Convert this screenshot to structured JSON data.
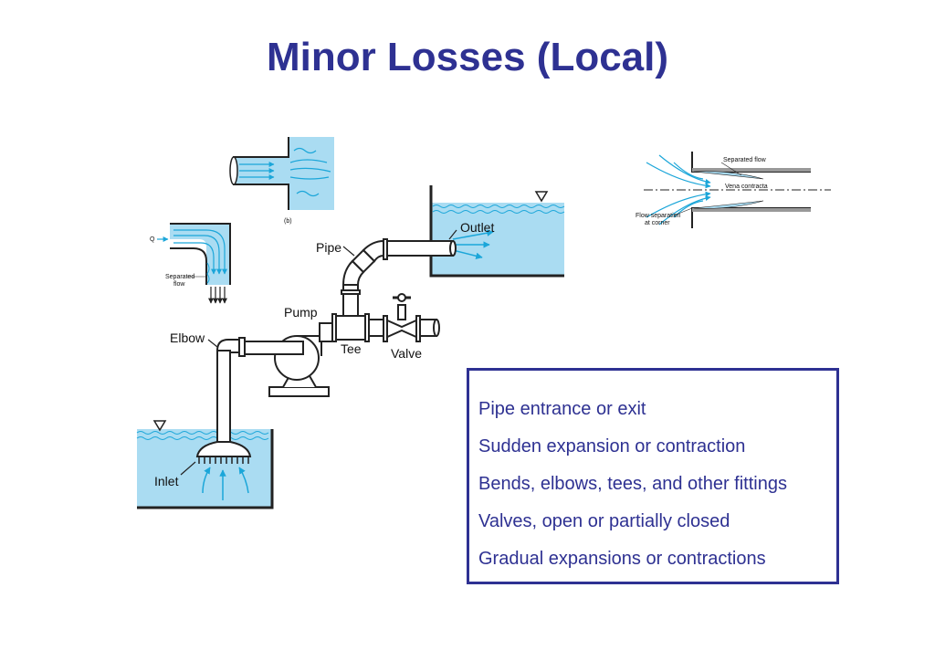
{
  "title": "Minor Losses (Local)",
  "diagram": {
    "labels": {
      "outlet": "Outlet",
      "pipe": "Pipe",
      "pump": "Pump",
      "elbow": "Elbow",
      "tee": "Tee",
      "valve": "Valve",
      "inlet": "Inlet"
    },
    "insets": {
      "sudden_expansion": {
        "caption": "(b)"
      },
      "bend": {
        "q_label": "Q",
        "separated_line1": "Separated",
        "separated_line2": "flow"
      },
      "contraction": {
        "separated_flow": "Separated flow",
        "vena_contracta": "Vena contracta",
        "flow_sep_line1": "Flow separation",
        "flow_sep_line2": "at corner"
      }
    }
  },
  "loss_list": {
    "items": [
      "Pipe entrance or exit",
      "Sudden expansion or contraction",
      "Bends, elbows, tees, and other fittings",
      "Valves, open or partially closed",
      "Gradual expansions or contractions"
    ]
  },
  "colors": {
    "title": "#2e3192",
    "water": "#aadcf2",
    "arrows": "#1ba6d9",
    "outline": "#222222"
  }
}
